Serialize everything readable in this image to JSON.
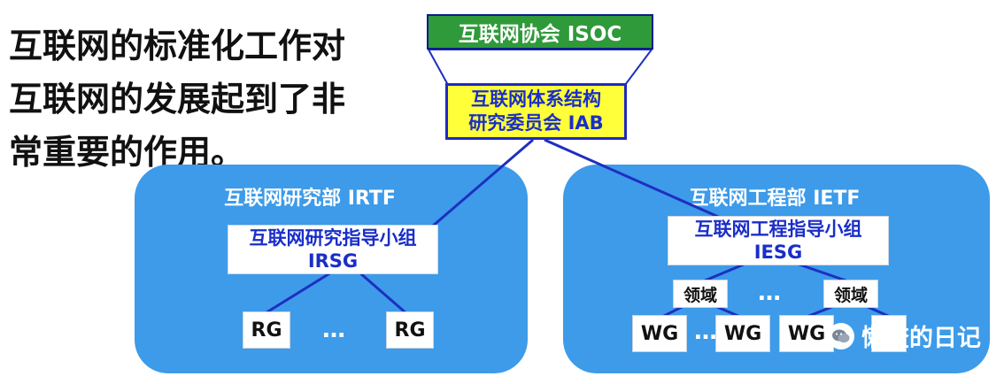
{
  "intro_text": "互联网的标准化工作对互联网的发展起到了非常重要的作用。",
  "isoc": {
    "label": "互联网协会 ISOC"
  },
  "iab": {
    "line1": "互联网体系结构",
    "line2": "研究委员会 IAB"
  },
  "irtf": {
    "title": "互联网研究部 IRTF",
    "steering": {
      "line1": "互联网研究指导小组",
      "line2": "IRSG"
    },
    "groups": [
      "RG",
      "RG"
    ],
    "ellipsis": "…"
  },
  "ietf": {
    "title": "互联网工程部 IETF",
    "steering": {
      "line1": "互联网工程指导小组",
      "line2": "IESG"
    },
    "areas": [
      "领域",
      "领域"
    ],
    "area_ellipsis": "…",
    "groups": [
      "WG",
      "WG",
      "WG"
    ],
    "wg_ellipsis": "…"
  },
  "watermark": {
    "text": "懒査的日记",
    "icon": "wechat-icon"
  },
  "colors": {
    "panel": "#3d9be9",
    "isoc_green": "#2f9a39",
    "iab_yellow": "#ffff3a",
    "text_blue": "#1a2ec8",
    "line_blue": "#1e2fc0"
  }
}
